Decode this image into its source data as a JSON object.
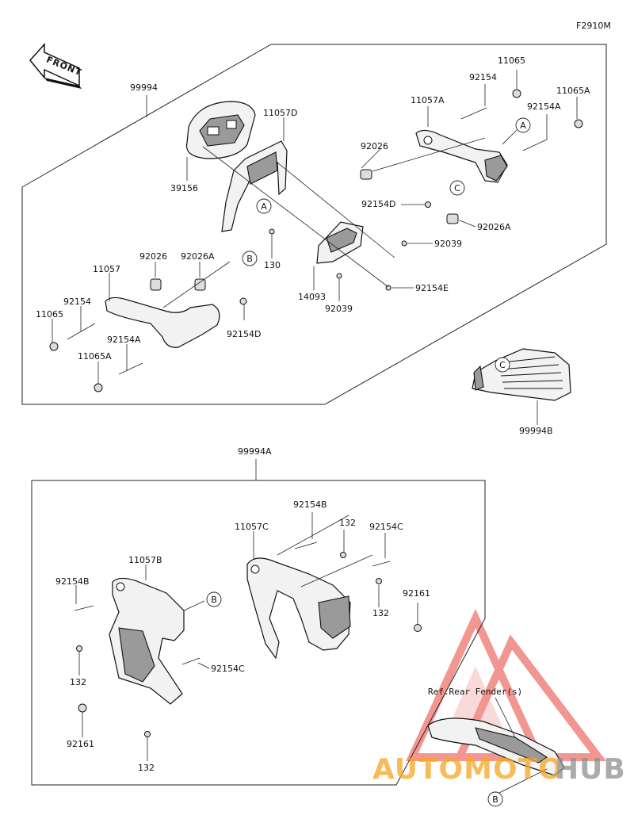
{
  "figure_id": "F2910M",
  "front_arrow": {
    "label": "FRONT"
  },
  "assemblies": {
    "top": {
      "label": "99994"
    },
    "bottom": {
      "label": "99994A"
    },
    "rack": {
      "label": "99994B"
    }
  },
  "labels": {
    "p11065_top": "11065",
    "p92154_top": "92154",
    "p11065A_top": "11065A",
    "p11057A": "11057A",
    "p92154A_top": "92154A",
    "p11057D": "11057D",
    "p92026_top": "92026",
    "p39156": "39156",
    "p92154D_top": "92154D",
    "p92026A_top": "92026A",
    "p92039_a": "92039",
    "p92154E": "92154E",
    "p130": "130",
    "p14093": "14093",
    "p92039_b": "92039",
    "p11057": "11057",
    "p92026_left": "92026",
    "p92026A_left": "92026A",
    "p92154_left": "92154",
    "p11065_left": "11065",
    "p92154A_left": "92154A",
    "p11065A_left": "11065A",
    "p92154D_left": "92154D",
    "p92154B_top": "92154B",
    "p132_top": "132",
    "p92154C_top": "92154C",
    "p11057C": "11057C",
    "p132_mid": "132",
    "p92161_right": "92161",
    "p11057B": "11057B",
    "p92154B_left": "92154B",
    "p92154C_left": "92154C",
    "p132_left": "132",
    "p92161_left": "92161",
    "p132_bottom": "132"
  },
  "callouts": {
    "a1": "A",
    "a2": "A",
    "b1": "B",
    "b2": "B",
    "b3": "B",
    "c1": "C",
    "c2": "C"
  },
  "reference_note": "Ref.Rear Fender(s)",
  "watermark": {
    "text_left": "AUTOMOTO",
    "text_right": "HUB",
    "color_red": "#e8423a",
    "color_orange": "#f5a623",
    "color_gray": "#8f8f8f"
  }
}
